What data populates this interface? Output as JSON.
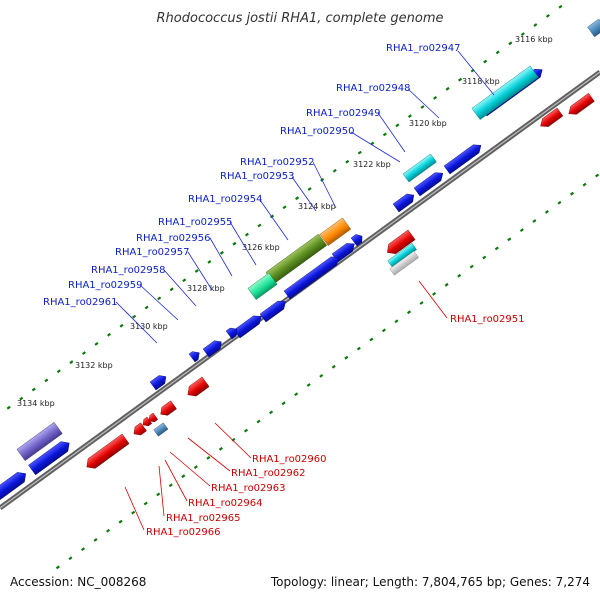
{
  "title": "Rhodococcus jostii RHA1, complete genome",
  "footer": {
    "accession": "Accession: NC_008268",
    "summary": "Topology: linear; Length: 7,804,765 bp; Genes: 7,274"
  },
  "kbp_ticks": [
    "3116 kbp",
    "3118 kbp",
    "3120 kbp",
    "3122 kbp",
    "3124 kbp",
    "3126 kbp",
    "3128 kbp",
    "3130 kbp",
    "3132 kbp",
    "3134 kbp"
  ],
  "genes_top": [
    "RHA1_ro02947",
    "RHA1_ro02948",
    "RHA1_ro02949",
    "RHA1_ro02950",
    "RHA1_ro02952",
    "RHA1_ro02953",
    "RHA1_ro02954",
    "RHA1_ro02955",
    "RHA1_ro02956",
    "RHA1_ro02957",
    "RHA1_ro02958",
    "RHA1_ro02959",
    "RHA1_ro02961"
  ],
  "genes_bottom": [
    "RHA1_ro02951",
    "RHA1_ro02960",
    "RHA1_ro02962",
    "RHA1_ro02963",
    "RHA1_ro02964",
    "RHA1_ro02965",
    "RHA1_ro02966"
  ],
  "colors": {
    "forward": "#0a14d8",
    "reverse": "#e00000",
    "cyan": "#00cfd6",
    "olive": "#5a8c1e",
    "orange": "#ff8a00",
    "spring": "#1de39a",
    "slate": "#4a86b8",
    "lavender": "#7062c8",
    "backbone": "#777777",
    "tick": "#0a7a0a"
  }
}
